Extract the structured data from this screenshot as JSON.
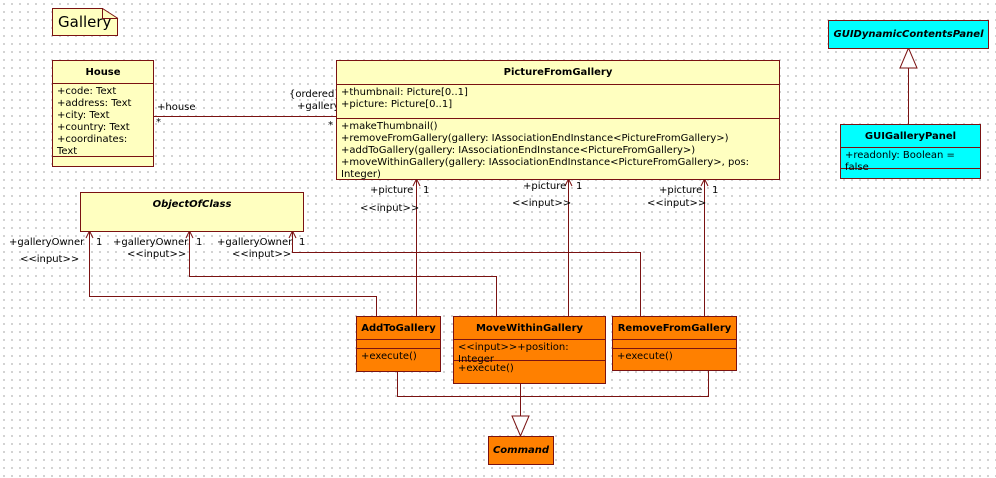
{
  "diagram_title": "Gallery",
  "classes": {
    "house": {
      "name": "House",
      "attributes": [
        "+code: Text",
        "+address: Text",
        "+city: Text",
        "+country: Text",
        "+coordinates: Text"
      ],
      "operations": []
    },
    "picture_from_gallery": {
      "name": "PictureFromGallery",
      "attributes": [
        "+thumbnail: Picture[0..1]",
        "+picture: Picture[0..1]"
      ],
      "operations": [
        "+makeThumbnail()",
        "+removeFromGallery(gallery: IAssociationEndInstance<PictureFromGallery>)",
        "+addToGallery(gallery: IAssociationEndInstance<PictureFromGallery>)",
        "+moveWithinGallery(gallery: IAssociationEndInstance<PictureFromGallery>, pos: Integer)"
      ]
    },
    "gui_dynamic_contents_panel": {
      "name": "GUIDynamicContentsPanel",
      "abstract": true
    },
    "gui_gallery_panel": {
      "name": "GUIGalleryPanel",
      "attributes": [
        "+readonly: Boolean = false"
      ],
      "operations": []
    },
    "object_of_class": {
      "name": "ObjectOfClass",
      "abstract": true
    },
    "add_to_gallery": {
      "name": "AddToGallery",
      "attributes": [],
      "operations": [
        "+execute()"
      ]
    },
    "move_within_gallery": {
      "name": "MoveWithinGallery",
      "attributes": [
        "<<input>>+position: Integer"
      ],
      "operations": [
        "+execute()"
      ]
    },
    "remove_from_gallery": {
      "name": "RemoveFromGallery",
      "attributes": [],
      "operations": [
        "+execute()"
      ]
    },
    "command": {
      "name": "Command",
      "abstract": true
    }
  },
  "associations": {
    "house_gallery": {
      "house_role": "+house",
      "house_multiplicity": "*",
      "gallery_constraint": "{ordered}",
      "gallery_role": "+gallery",
      "gallery_multiplicity": "*"
    },
    "owner_add": {
      "role": "+galleryOwner",
      "stereotype": "<<input>>",
      "multiplicity": "1"
    },
    "owner_move": {
      "role": "+galleryOwner",
      "stereotype": "<<input>>",
      "multiplicity": "1"
    },
    "owner_remove": {
      "role": "+galleryOwner",
      "stereotype": "<<input>>",
      "multiplicity": "1"
    },
    "picture_add": {
      "role": "+picture",
      "stereotype": "<<input>>",
      "multiplicity": "1"
    },
    "picture_move": {
      "role": "+picture",
      "stereotype": "<<input>>",
      "multiplicity": "1"
    },
    "picture_remove": {
      "role": "+picture",
      "stereotype": "<<input>>",
      "multiplicity": "1"
    }
  },
  "colors": {
    "line": "#7a1212",
    "domain_class": "#ffffc0",
    "command_class": "#ff8000",
    "gui_class": "#00ffff"
  }
}
